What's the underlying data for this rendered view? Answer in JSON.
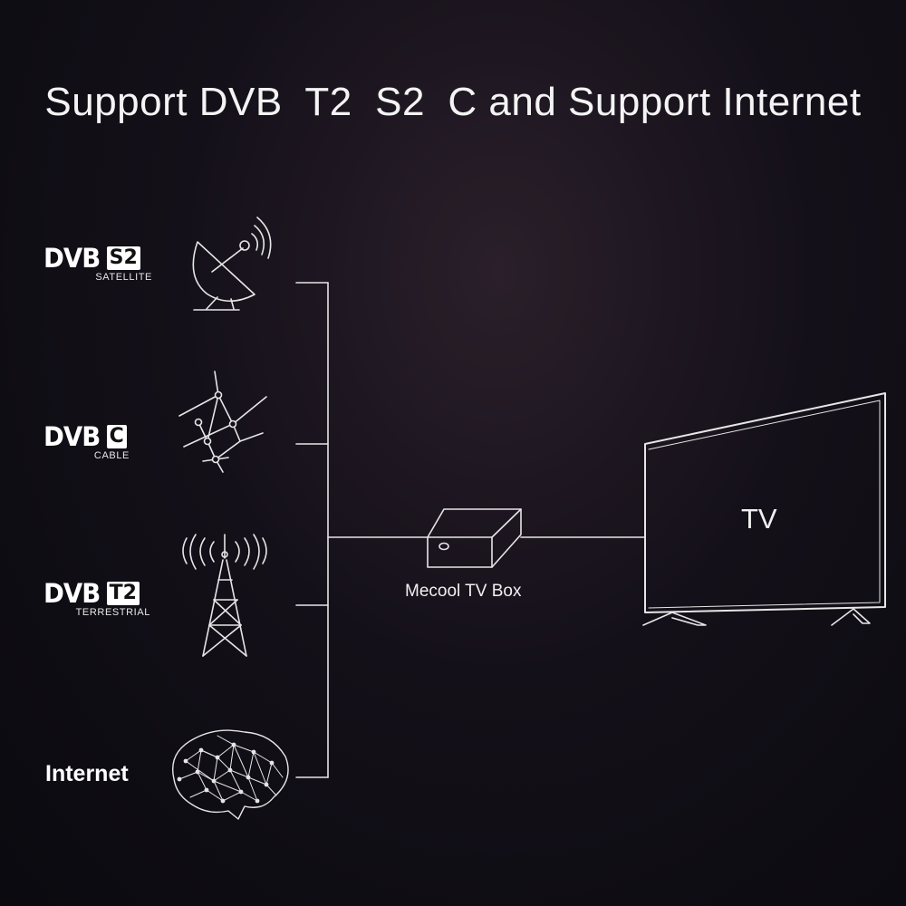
{
  "title": "Support DVB  T2  S2  C and Support Internet",
  "sources": [
    {
      "logo": "DVB",
      "badge": "S2",
      "sub": "SATELLITE",
      "icon": "satellite-dish-icon"
    },
    {
      "logo": "DVB",
      "badge": "C",
      "sub": "CABLE",
      "icon": "cable-network-icon"
    },
    {
      "logo": "DVB",
      "badge": "T2",
      "sub": "TERRESTRIAL",
      "icon": "broadcast-tower-icon"
    },
    {
      "label": "Internet",
      "icon": "brain-network-icon"
    }
  ],
  "device": {
    "label": "Mecool TV Box",
    "icon": "tv-box-icon"
  },
  "display": {
    "label": "TV",
    "icon": "television-icon"
  },
  "colors": {
    "line": "#e6e6e6",
    "background": "#0d0c12"
  }
}
